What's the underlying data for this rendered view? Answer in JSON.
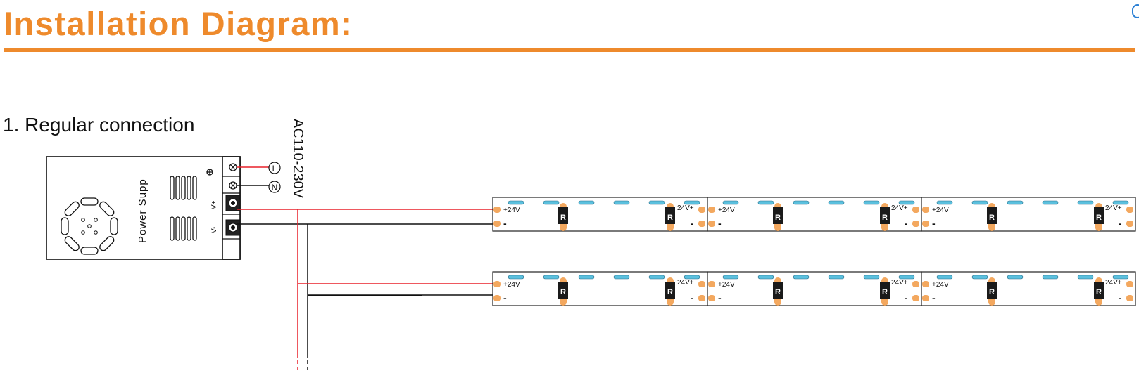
{
  "page": {
    "title": "Installation Diagram:",
    "section_title": "1. Regular connection",
    "accent_color": "#ee8a2c"
  },
  "power_supply": {
    "label": "Power Supp",
    "terminals": [
      "L",
      "N",
      "V+",
      "V-"
    ],
    "ground_icon": "ground-symbol-icon",
    "fan_icon": "fan-grille-icon",
    "vent_icon": "vent-slots-icon"
  },
  "input": {
    "voltage_label": "AC110-230V"
  },
  "strips": {
    "rows": 2,
    "segments_per_row": 3,
    "pad_plus_label": "+24V",
    "pad_plus_end_label": "24V+",
    "pad_minus_label": "-",
    "resistor_label": "R",
    "led_color": "#5bc0de",
    "pad_color": "#f3a85f"
  },
  "wires": {
    "positive_color": "#e8202a",
    "negative_color": "#111111"
  }
}
